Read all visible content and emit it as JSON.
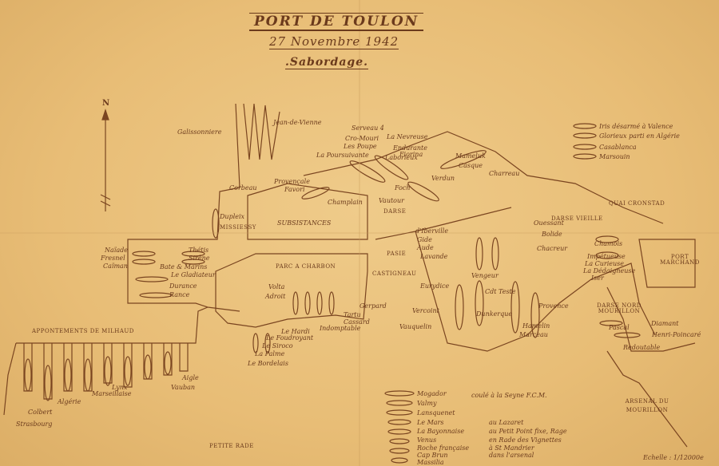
{
  "title": "PORT DE TOULON",
  "date": "27 Novembre 1942",
  "subtitle": ".Sabordage.",
  "north": "N",
  "scale": "Echelle : 1/12000e",
  "colors": {
    "paper": "#e9c07c",
    "ink": "#6b3a1c"
  },
  "areas": {
    "appontements": "APPONTEMENTS DE MILHAUD",
    "petite_rade": "PETITE RADE",
    "parc_charbon": "PARC A CHARBON",
    "subsistances": "SUBSISTANCES",
    "missiessy": "MISSIESSY",
    "darse": "DARSE",
    "pasie": "PASIE",
    "castigneau": "CASTIGNEAU",
    "quai_cronstad": "QUAI CRONSTAD",
    "darse_vieille": "DARSE VIEILLE",
    "port_marchand": "PORT MARCHAND",
    "darse_nord": "DARSE NORD MOURILLON",
    "arsenal": "ARSENAL DU MOURILLON"
  },
  "ships": {
    "galissonniere": "Galissonniere",
    "jean_de_vienne": "Jean-de-Vienne",
    "corbeau": "Corbeau",
    "provencale": "Provençale",
    "favori": "Favori",
    "dupleix": "Dupleix",
    "champlain": "Champlain",
    "vautour": "Vautour",
    "foch": "Foch",
    "laborieux": "Laborieux",
    "verdun": "Verdun",
    "mameluk": "Mameluk",
    "casque": "Casque",
    "charreau": "Charreau",
    "serveau": "Serveau 4",
    "cro_mouri": "Cro-Mouri",
    "les_poupe": "Les Poupe",
    "le_poursuivante": "La Poursuivante",
    "la_nevreuse": "La Nevreuse",
    "endurante": "Endurante",
    "fiorina": "Fiorina",
    "naiade": "Naïade",
    "fresnel": "Fresnel",
    "caiman": "Caïman",
    "thetis": "Thétis",
    "sirene": "Sirène",
    "bate": "Bate & Marins",
    "le_gladiateur": "Le Gladiateur",
    "durance": "Durance",
    "rance": "Rance",
    "volta": "Volta",
    "adroit": "Adroit",
    "gerpard": "Gerpard",
    "tartu": "Tartu",
    "cassard": "Cassard",
    "indomptable": "Indomptable",
    "le_hardi": "Le Hardi",
    "le_foudroyant": "Le Foudroyant",
    "le_siroco": "Le Siroco",
    "la_palme": "La Palme",
    "le_bordelais": "Le Bordelais",
    "d_iberville": "d'Iberville",
    "gide": "Gide",
    "aude": "Aude",
    "lavande": "Lavande",
    "eurydice": "Eurydice",
    "vengeur": "Vengeur",
    "cdt_teste": "Cdt Teste",
    "vercoint": "Vercoint",
    "dunkerque": "Dunkerque",
    "vauquelin": "Vauquelin",
    "provence": "Provence",
    "hamelin": "Hamelin",
    "marceau": "Marceau",
    "chamois": "Chamois",
    "impetueuse": "Impétueuse",
    "curieuse": "La Curieuse",
    "dedaigneuse": "La Dédaigneuse",
    "iser": "Iser",
    "diamant": "Diamant",
    "henri_poincare": "Henri-Poincaré",
    "redoutable": "Redoutable",
    "pascal": "Pascal",
    "ouessant": "Ouessant",
    "bolide": "Bolide",
    "chacreur": "Chacreur",
    "strasbourg": "Strasbourg",
    "colbert": "Colbert",
    "algerie": "Algérie",
    "marseillaise": "Marseillaise",
    "lynx": "Lynx",
    "aigle": "Aigle",
    "vauban": "Vauban"
  },
  "legend": [
    {
      "symbol": "Iris",
      "text": "Iris désarmé à Valence"
    },
    {
      "symbol": "Glorieux",
      "text": "Glorieux parti en Algérie"
    },
    {
      "symbol": "Casablanca",
      "text": "Casablanca"
    },
    {
      "symbol": "Marsouin",
      "text": "Marsouin"
    }
  ],
  "bottom_list": {
    "header": "coulé à la Seyne F.C.M.",
    "names": [
      "Mogador",
      "Valmy",
      "Lansquenet",
      "Le Mars",
      "La Bayonnaise",
      "Venus",
      "Roche française",
      "Cap Brun",
      "Massilia"
    ],
    "places": [
      "au Lazaret",
      "au Petit Point fixe, Rage",
      "en Rade des Vignettes",
      "à St Mandrier",
      "dans l'arsenal"
    ]
  }
}
